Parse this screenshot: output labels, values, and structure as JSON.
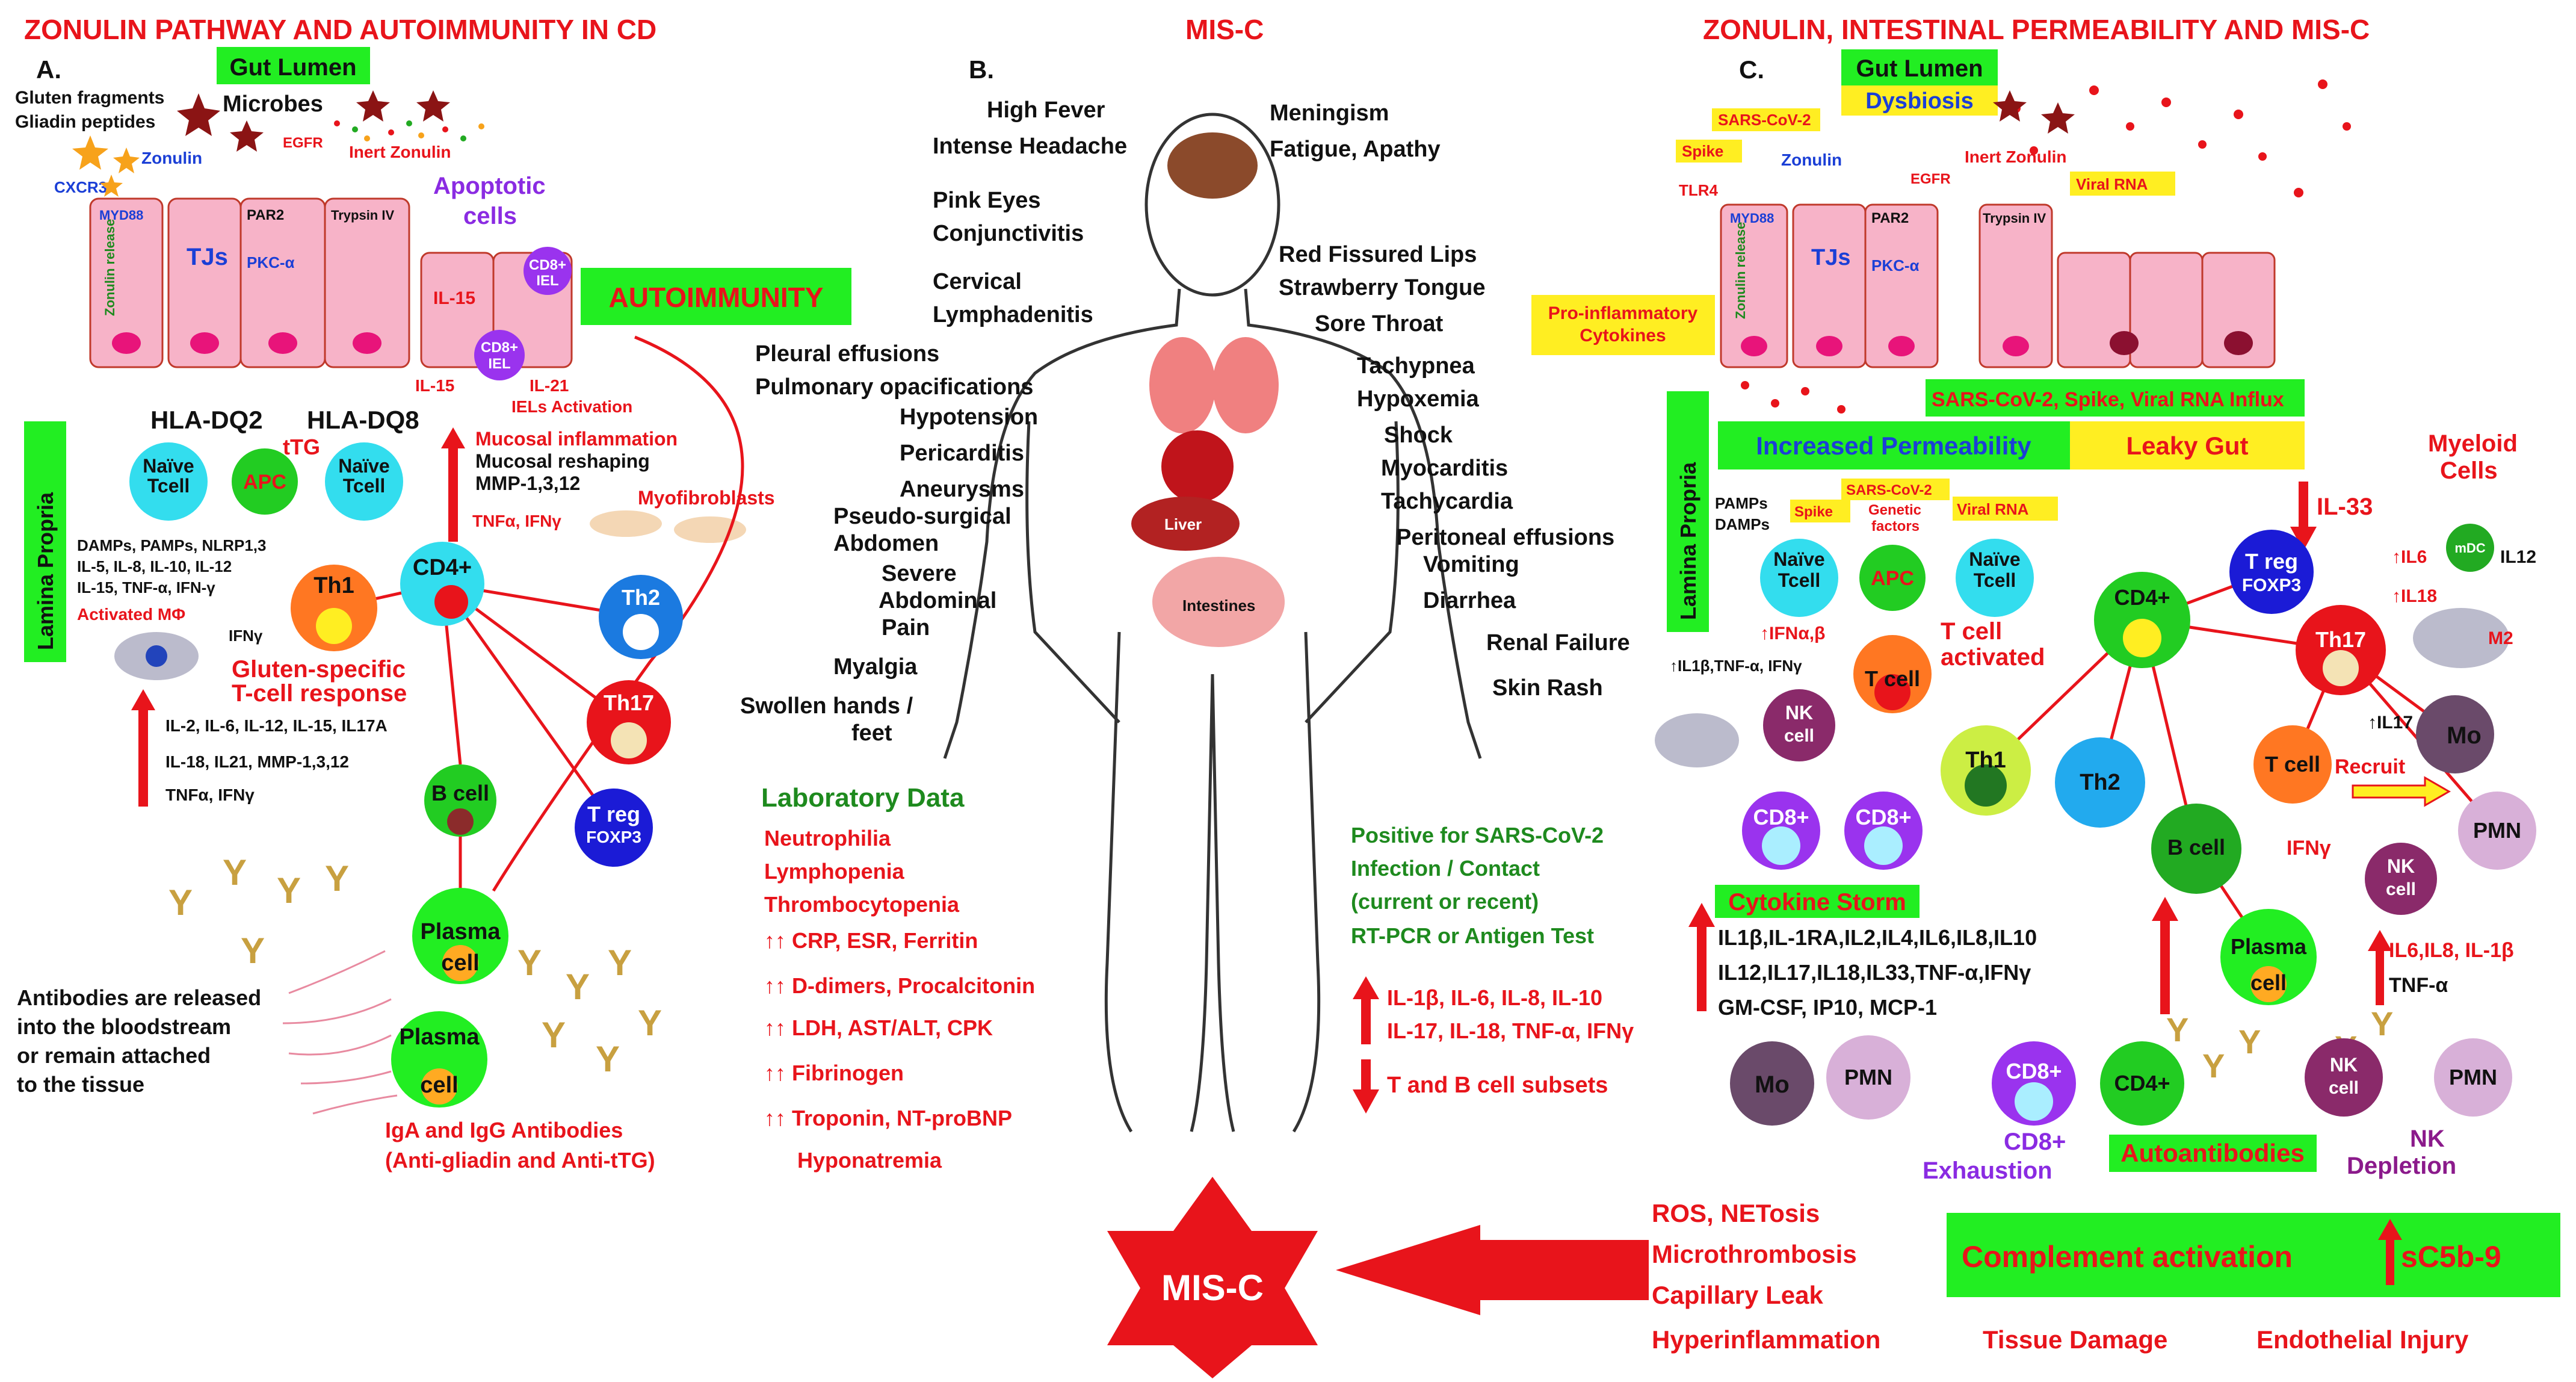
{
  "colors": {
    "red": "#e8141b",
    "green_box": "#22ee22",
    "yellow_box": "#ffee22",
    "cyan_cell": "#33ddee",
    "orange_cell": "#ff7722",
    "pink_cell": "#f7b3c8",
    "purple_cell": "#9a33ee"
  },
  "panelA": {
    "title": "ZONULIN PATHWAY AND AUTOIMMUNITY IN CD",
    "letter": "A.",
    "gut_lumen": "Gut Lumen",
    "gluten": [
      "Gluten fragments",
      "Gliadin peptides"
    ],
    "microbes": "Microbes",
    "zonulin": "Zonulin",
    "inert_zonulin": "Inert Zonulin",
    "egfr": "EGFR",
    "cxcr3": "CXCR3",
    "myd88": "MYD88",
    "zonulin_release": "Zonulin release",
    "tjs": "TJs",
    "par2": "PAR2",
    "pkc": "PKC-α",
    "trypsin": "Trypsin IV",
    "apoptotic": [
      "Apoptotic",
      "cells"
    ],
    "cd8_iel": [
      "CD8+",
      "IEL"
    ],
    "il15": "IL-15",
    "il21": "IL-21",
    "iels_activation": "IELs Activation",
    "autoimmunity": "AUTOIMMUNITY",
    "hla_dq2": "HLA-DQ2",
    "hla_dq8": "HLA-DQ8",
    "ttg": "tTG",
    "naive_tcell": [
      "Naïve",
      "Tcell"
    ],
    "apc": "APC",
    "lamina_propria": "Lamina Propria",
    "damps": [
      "DAMPs, PAMPs, NLRP1,3",
      "IL-5, IL-8, IL-10, IL-12",
      "IL-15, TNF-α, IFN-γ"
    ],
    "activated_mphi": "Activated MΦ",
    "ifng": "IFNγ",
    "mucosal": [
      "Mucosal inflammation",
      "Mucosal reshaping",
      "MMP-1,3,12"
    ],
    "myofibroblasts": "Myofibroblasts",
    "tnf_ifn": "TNFα, IFNγ",
    "gluten_specific": [
      "Gluten-specific",
      "T-cell response"
    ],
    "cytokines": [
      "IL-2, IL-6, IL-12, IL-15, IL17A",
      "IL-18, IL21, MMP-1,3,12",
      "TNFα, IFNγ"
    ],
    "cells": {
      "cd4": "CD4+",
      "th1": "Th1",
      "th2": "Th2",
      "th17": "Th17",
      "bcell": "B cell",
      "treg": "T reg",
      "foxp3": "FOXP3",
      "plasma": "Plasma",
      "cell": "cell"
    },
    "antibodies_text": [
      "Antibodies are released",
      "into the bloodstream",
      "or remain attached",
      "to the tissue"
    ],
    "iga_igg": [
      "IgA and IgG Antibodies",
      "(Anti-gliadin and Anti-tTG)"
    ]
  },
  "panelB": {
    "title": "MIS-C",
    "letter": "B.",
    "left_symptoms": [
      "High Fever",
      "Intense Headache",
      "Pink Eyes",
      "Conjunctivitis",
      "Cervical",
      "Lymphadenitis",
      "Pleural effusions",
      "Pulmonary opacifications",
      "Hypotension",
      "Pericarditis",
      "Aneurysms",
      "Pseudo-surgical",
      "Abdomen",
      "Severe",
      "Abdominal",
      "Pain",
      "Myalgia",
      "Swollen hands /",
      "feet"
    ],
    "right_symptoms": [
      "Meningism",
      "Fatigue, Apathy",
      "Red Fissured Lips",
      "Strawberry Tongue",
      "Sore Throat",
      "Tachypnea",
      "Hypoxemia",
      "Shock",
      "Myocarditis",
      "Tachycardia",
      "Peritoneal effusions",
      "Vomiting",
      "Diarrhea",
      "Renal Failure",
      "Skin Rash"
    ],
    "organs": {
      "liver": "Liver",
      "intestines": "Intestines"
    },
    "lab_title": "Laboratory Data",
    "lab_values": [
      "Neutrophilia",
      "Lymphopenia",
      "Thrombocytopenia",
      "↑↑ CRP, ESR, Ferritin",
      "↑↑ D-dimers, Procalcitonin",
      "↑↑ LDH, AST/ALT, CPK",
      "↑↑ Fibrinogen",
      "↑↑ Troponin, NT-proBNP",
      "Hyponatremia"
    ],
    "positive": [
      "Positive for SARS-CoV-2",
      "Infection / Contact",
      "(current or recent)",
      "RT-PCR or Antigen Test"
    ],
    "cyto_up": [
      "IL-1β, IL-6, IL-8, IL-10",
      "IL-17, IL-18, TNF-α, IFNγ"
    ],
    "tb_down": "T and B cell subsets",
    "misc_star": "MIS-C"
  },
  "panelC": {
    "title": "ZONULIN, INTESTINAL PERMEABILITY AND  MIS-C",
    "letter": "C.",
    "gut_lumen": "Gut Lumen",
    "dysbiosis": "Dysbiosis",
    "sars": "SARS-CoV-2",
    "spike": "Spike",
    "tlr4": "TLR4",
    "zonulin": "Zonulin",
    "egfr": "EGFR",
    "inert_zonulin": "Inert Zonulin",
    "viral_rna": "Viral RNA",
    "myd88": "MYD88",
    "zonulin_release": "Zonulin release",
    "tjs": "TJs",
    "par2": "PAR2",
    "pkc": "PKC-α",
    "trypsin": "Trypsin IV",
    "pro_inflam": [
      "Pro-inflammatory",
      "Cytokines"
    ],
    "influx": "SARS-CoV-2, Spike, Viral RNA  Influx",
    "increased_perm": "Increased Permeability",
    "leaky_gut": "Leaky Gut",
    "lamina_propria": "Lamina Propria",
    "pamps": [
      "PAMPs",
      "DAMPs"
    ],
    "genetic": [
      "Genetic",
      "factors"
    ],
    "naive_tcell": [
      "Naïve",
      "Tcell"
    ],
    "apc": "APC",
    "il33": "IL-33",
    "myeloid": [
      "Myeloid",
      "Cells"
    ],
    "il6": "↑IL6",
    "il12": "IL12",
    "il18": "↑IL18",
    "mdc": "mDC",
    "m2": "M2",
    "ifnab": "↑IFNα,β",
    "il1b_tnf": "↑IL1β,TNF-α, IFNγ",
    "tcell_activated": [
      "T cell",
      "activated"
    ],
    "il17": "↑IL17",
    "recruit": "Recruit",
    "ifng": "IFNγ",
    "cells": {
      "cd4": "CD4+",
      "th1": "Th1",
      "th2": "Th2",
      "th17": "Th17",
      "treg": "T reg",
      "foxp3": "FOXP3",
      "tcell": "T cell",
      "nk": "NK",
      "cell": "cell",
      "cd8": "CD8+",
      "bcell": "B cell",
      "plasma": "Plasma",
      "mo": "Mo",
      "pmn": "PMN"
    },
    "cytokine_storm": "Cytokine Storm",
    "storm_lines": [
      "IL1β,IL-1RA,IL2,IL4,IL6,IL8,IL10",
      "IL12,IL17,IL18,IL33,TNF-α,IFNγ",
      "GM-CSF, IP10, MCP-1"
    ],
    "right_cyto": [
      "IL6,IL8, IL-1β",
      "TNF-α"
    ],
    "cd8_exhaustion": [
      "CD8+",
      "Exhaustion"
    ],
    "autoantibodies": "Autoantibodies",
    "nk_depletion": [
      "NK",
      "Depletion"
    ],
    "complement": "Complement activation",
    "sc5b9": "sC5b-9",
    "bottom_list": [
      "ROS, NETosis",
      "Microthrombosis",
      "Capillary Leak",
      "Hyperinflammation"
    ],
    "tissue_damage": "Tissue Damage",
    "endothelial": "Endothelial Injury"
  }
}
